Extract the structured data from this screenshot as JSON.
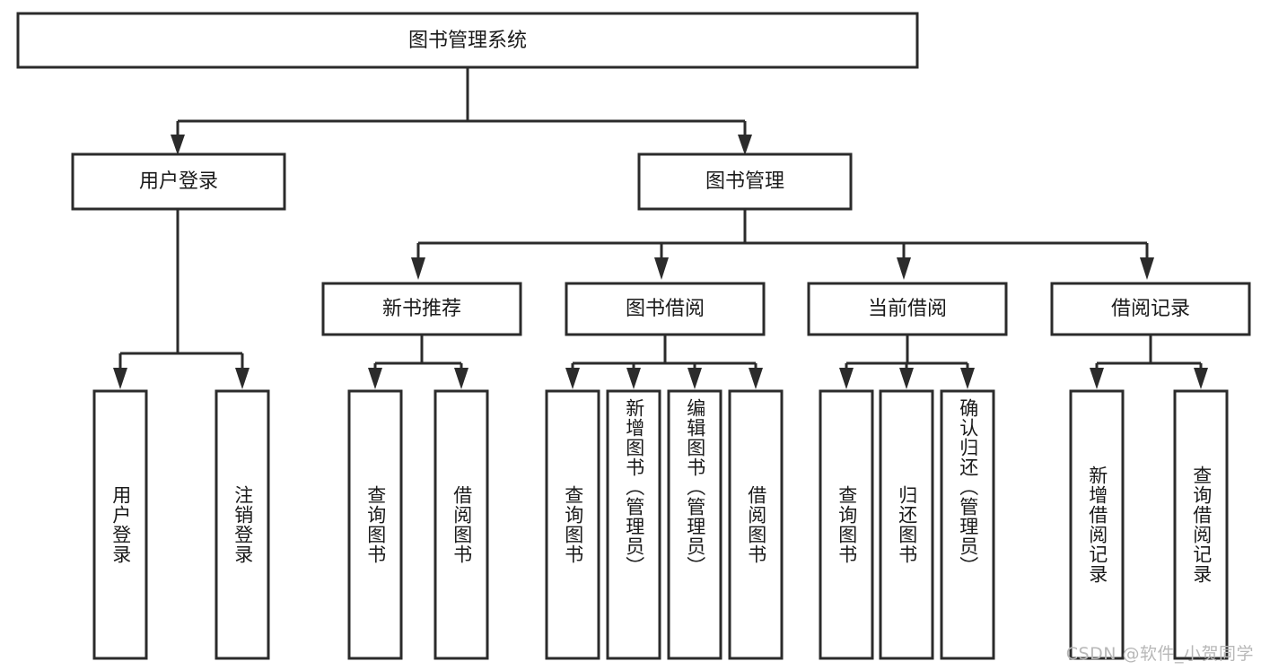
{
  "diagram": {
    "type": "tree-hierarchy-chart",
    "title": "图书管理系统",
    "stroke_color": "#2b2b2b",
    "fill_color": "#ffffff",
    "text_color": "#1a1a1a",
    "root": {
      "label": "图书管理系统"
    },
    "level1": [
      {
        "label": "用户登录"
      },
      {
        "label": "图书管理"
      }
    ],
    "level2": [
      {
        "label": "新书推荐"
      },
      {
        "label": "图书借阅"
      },
      {
        "label": "当前借阅"
      },
      {
        "label": "借阅记录"
      }
    ],
    "leaves": {
      "user_login": [
        {
          "label": "用户登录"
        },
        {
          "label": "注销登录"
        }
      ],
      "new_book_recommend": [
        {
          "label": "查询图书"
        },
        {
          "label": "借阅图书"
        }
      ],
      "book_borrow": [
        {
          "label": "查询图书"
        },
        {
          "label": "新增图书（管理员）"
        },
        {
          "label": "编辑图书（管理员）"
        },
        {
          "label": "借阅图书"
        }
      ],
      "current_borrow": [
        {
          "label": "查询图书"
        },
        {
          "label": "归还图书"
        },
        {
          "label": "确认归还（管理员）"
        }
      ],
      "borrow_record": [
        {
          "label": "新增借阅记录"
        },
        {
          "label": "查询借阅记录"
        }
      ]
    }
  },
  "watermark": {
    "text": "CSDN @软件_小贺同学"
  }
}
